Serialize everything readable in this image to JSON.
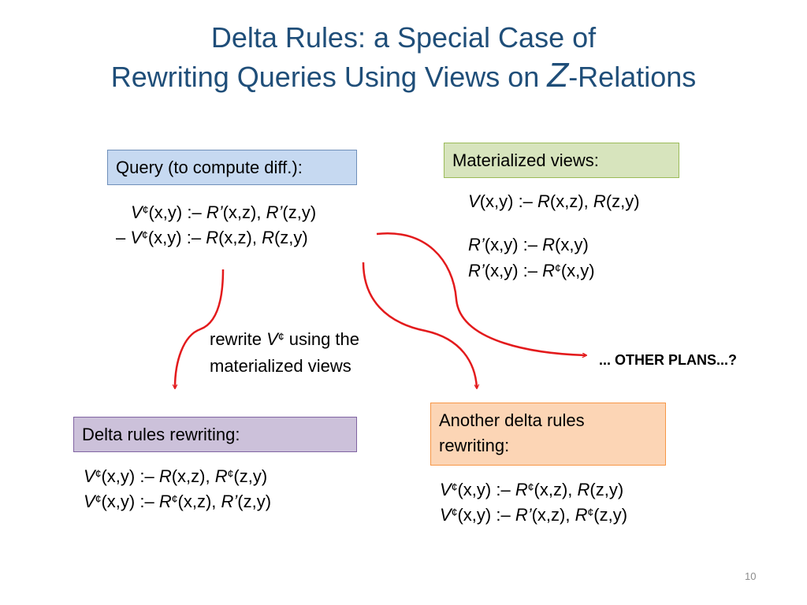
{
  "slide": {
    "title_line1": "Delta Rules: a Special Case of",
    "title_line2_pre": "Rewriting Queries Using Views on ",
    "title_z": "Z",
    "title_line2_post": "-Relations",
    "page_number": "10"
  },
  "query": {
    "box_label": "Query (to compute diff.):",
    "rules": [
      {
        "prefix": "",
        "head": "V",
        "head_sup": "¢",
        "head_args": "(x,y) :– ",
        "body": [
          {
            "rel": "R’",
            "sup": "",
            "args": "(x,z), "
          },
          {
            "rel": "R’",
            "sup": "",
            "args": "(z,y)"
          }
        ]
      },
      {
        "prefix": "– ",
        "head": "V",
        "head_sup": "¢",
        "head_args": "(x,y) :– ",
        "body": [
          {
            "rel": "R",
            "sup": "",
            "args": "(x,z), "
          },
          {
            "rel": "R",
            "sup": "",
            "args": "(z,y)"
          }
        ]
      }
    ]
  },
  "materialized": {
    "box_label": "Materialized views:",
    "rules": [
      {
        "prefix": "",
        "head": "V",
        "head_sup": "",
        "head_args": "(x,y) :– ",
        "body": [
          {
            "rel": "R",
            "sup": "",
            "args": "(x,z), "
          },
          {
            "rel": "R",
            "sup": "",
            "args": "(z,y)"
          }
        ]
      },
      {
        "prefix": "",
        "head": "R’",
        "head_sup": "",
        "head_args": "(x,y) :– ",
        "body": [
          {
            "rel": "R",
            "sup": "",
            "args": "(x,y)"
          }
        ]
      },
      {
        "prefix": "",
        "head": "R’",
        "head_sup": "",
        "head_args": "(x,y) :– ",
        "body": [
          {
            "rel": "R",
            "sup": "¢",
            "args": "(x,y)"
          }
        ]
      }
    ]
  },
  "rewrite_label": {
    "line1_pre": "rewrite ",
    "line1_v": "V",
    "line1_sup": "¢",
    "line1_post": " using the",
    "line2": "materialized views"
  },
  "other_plans": "... OTHER PLANS...?",
  "delta": {
    "box_label": "Delta rules rewriting:",
    "rules": [
      {
        "prefix": "",
        "head": "V",
        "head_sup": "¢",
        "head_args": "(x,y) :– ",
        "body": [
          {
            "rel": "R",
            "sup": "",
            "args": "(x,z), "
          },
          {
            "rel": "R",
            "sup": "¢",
            "args": "(z,y)"
          }
        ]
      },
      {
        "prefix": "",
        "head": "V",
        "head_sup": "¢",
        "head_args": "(x,y) :– ",
        "body": [
          {
            "rel": "R",
            "sup": "¢",
            "args": "(x,z), "
          },
          {
            "rel": "R’",
            "sup": "",
            "args": "(z,y)"
          }
        ]
      }
    ]
  },
  "another": {
    "box_label": "Another delta rules rewriting:",
    "rules": [
      {
        "prefix": "",
        "head": "V",
        "head_sup": "¢",
        "head_args": "(x,y) :– ",
        "body": [
          {
            "rel": "R",
            "sup": "¢",
            "args": "(x,z), "
          },
          {
            "rel": "R",
            "sup": "",
            "args": "(z,y)"
          }
        ]
      },
      {
        "prefix": "",
        "head": "V",
        "head_sup": "¢",
        "head_args": "(x,y) :– ",
        "body": [
          {
            "rel": "R’",
            "sup": "",
            "args": "(x,z), "
          },
          {
            "rel": "R",
            "sup": "¢",
            "args": "(z,y)"
          }
        ]
      }
    ]
  },
  "colors": {
    "title": "#1f4e79",
    "arrow": "#e31a1c",
    "query_box": "#c6d9f1",
    "materialized_box": "#d7e4bd",
    "delta_box": "#ccc1da",
    "another_box": "#fcd5b5"
  }
}
